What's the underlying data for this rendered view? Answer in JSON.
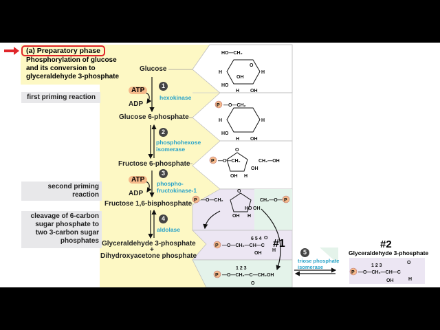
{
  "header": {
    "panel_label": "(a)  Preparatory phase",
    "subtitle": "Phosphorylation of glucose and its conversion to glyceraldehyde 3-phosphate",
    "subtitle_lines": [
      "Phosphorylation of glucose",
      "and its conversion to",
      "glyceraldehyde 3-phosphate"
    ]
  },
  "side_labels": {
    "first": "first priming reaction",
    "second": [
      "second priming",
      "reaction"
    ],
    "cleavage": [
      "cleavage of 6-carbon",
      "sugar phosphate to",
      "two 3-carbon sugar",
      "phosphates"
    ]
  },
  "pathway": {
    "glucose": "Glucose",
    "g6p": "Glucose 6-phosphate",
    "f6p": "Fructose 6-phosphate",
    "f16bp": "Fructose 1,6-bisphosphate",
    "gap": "Glyceraldehyde 3-phosphate",
    "plus": "+",
    "dhap": "Dihydroxyacetone phosphate",
    "atp": "ATP",
    "adp": "ADP",
    "steps": [
      {
        "n": "1",
        "enzyme": [
          "hexokinase"
        ]
      },
      {
        "n": "2",
        "enzyme": [
          "phosphohexose",
          "isomerase"
        ]
      },
      {
        "n": "3",
        "enzyme": [
          "phospho-",
          "fructokinase-1"
        ]
      },
      {
        "n": "4",
        "enzyme": [
          "aldolase"
        ]
      },
      {
        "n": "5",
        "enzyme": [
          "triose phosphate",
          "isomerase"
        ]
      }
    ]
  },
  "annotations": {
    "mark1": "#1",
    "mark2": "#2",
    "gap_title": "Glyceraldehyde 3-phosphate"
  },
  "colors": {
    "yellow": "#fdf8c4",
    "purple": "#ece6f3",
    "green": "#e4f3ea",
    "accent_red": "#e0262a",
    "enzyme_blue": "#29a3c9",
    "atp_orange": "#f5b98a"
  }
}
